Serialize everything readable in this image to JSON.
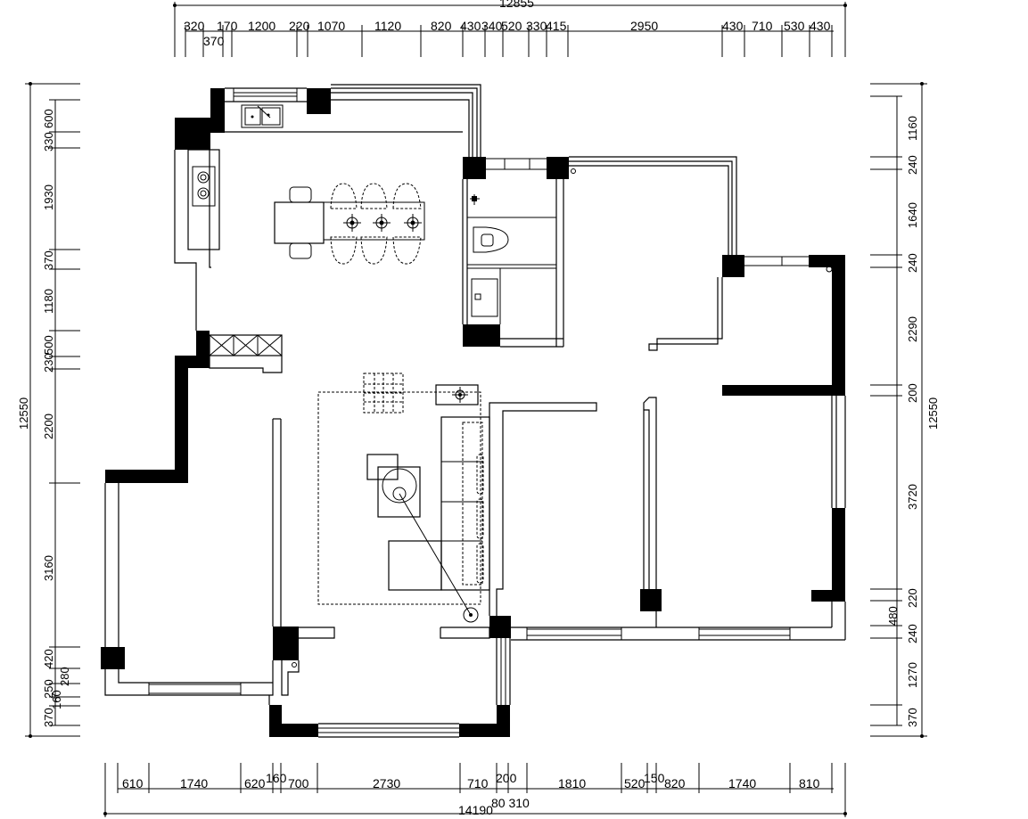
{
  "dimensions": {
    "top_total": "12855",
    "top_segments": [
      "320",
      "170",
      "1200",
      "220",
      "1070",
      "1120",
      "820",
      "430",
      "340",
      "520",
      "330",
      "415",
      "2950",
      "430",
      "710",
      "530",
      "430"
    ],
    "top_sub": "370",
    "bottom_total": "14190",
    "bottom_segments": [
      "610",
      "1740",
      "620",
      "160",
      "700",
      "2730",
      "710",
      "200",
      "1810",
      "520",
      "150",
      "820",
      "1740",
      "810"
    ],
    "bottom_sub": "80 310",
    "left_total": "12550",
    "left_segments": [
      "600",
      "330",
      "1930",
      "370",
      "1180",
      "500",
      "230",
      "2200",
      "3160",
      "420",
      "280",
      "250",
      "160",
      "370"
    ],
    "right_total": "12550",
    "right_segments": [
      "1160",
      "240",
      "1640",
      "240",
      "2290",
      "200",
      "3720",
      "220",
      "480",
      "240",
      "1270",
      "370"
    ]
  }
}
